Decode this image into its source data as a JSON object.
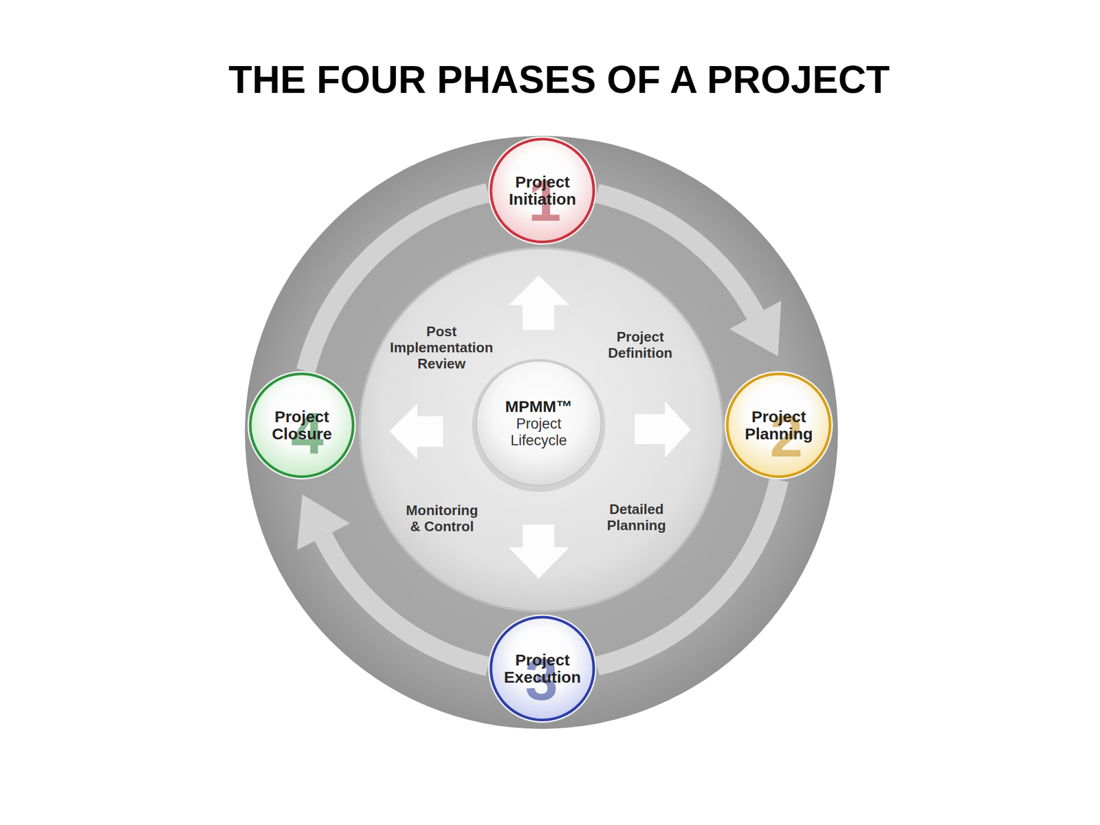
{
  "diagram": {
    "title": "THE FOUR PHASES OF A PROJECT",
    "nodes": [
      {
        "text": [
          "Project Initiation",
          "1"
        ]
      },
      {
        "text": [
          "Project Planning",
          "2"
        ]
      },
      {
        "text": [
          "Project Execution",
          "3"
        ]
      },
      {
        "text": [
          "Project Closure",
          "4"
        ]
      },
      {
        "text": [
          "MPMM™",
          "Project Lifecycle"
        ]
      }
    ],
    "edges": [
      {
        "from": 0,
        "to": 1,
        "arrow": "to"
      },
      {
        "from": 1,
        "to": 2,
        "arrow": "none"
      },
      {
        "from": 2,
        "to": 3,
        "arrow": "to"
      },
      {
        "from": 3,
        "to": 0,
        "arrow": "none"
      }
    ],
    "labels": [
      "Post Implementation Review",
      "Project Definition",
      "Monitoring & Control",
      "Detailed Planning"
    ]
  }
}
